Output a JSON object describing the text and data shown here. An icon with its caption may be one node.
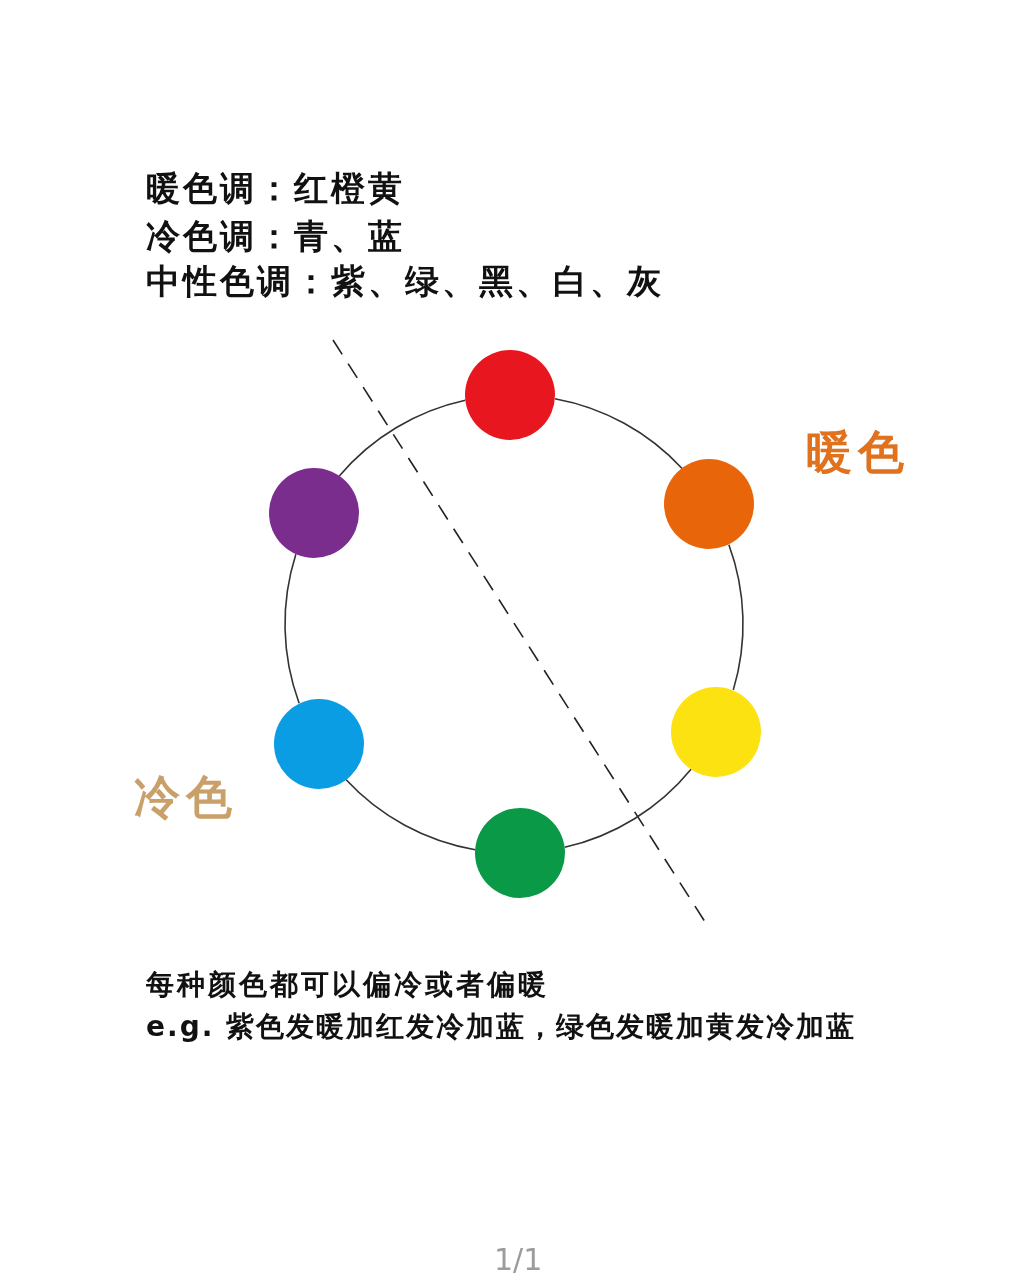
{
  "diagram": {
    "nodes": [
      {
        "text": [],
        "shape": "circle"
      },
      {
        "text": [],
        "shape": "circle"
      },
      {
        "text": [],
        "shape": "circle"
      },
      {
        "text": [],
        "shape": "circle"
      },
      {
        "text": [],
        "shape": "circle"
      },
      {
        "text": [],
        "shape": "circle"
      }
    ],
    "edges": [
      {
        "from": 0,
        "to": 2,
        "arrow": "none"
      },
      {
        "from": 2,
        "to": 4,
        "arrow": "none"
      },
      {
        "from": 4,
        "to": 5,
        "arrow": "none"
      },
      {
        "from": 5,
        "to": 3,
        "arrow": "none"
      },
      {
        "from": 3,
        "to": 1,
        "arrow": "none"
      },
      {
        "from": 1,
        "to": 0,
        "arrow": "none"
      }
    ],
    "labels": [
      "暖色调：红橙黄",
      "冷色调：青、蓝",
      "中性色调：紫、绿、黑、白、灰",
      "暖色",
      "冷色",
      "每种颜色都可以偏冷或者偏暖",
      "e.g. 紫色发暖加红发冷加蓝，绿色发暖加黄发冷加蓝",
      "1/1"
    ]
  }
}
